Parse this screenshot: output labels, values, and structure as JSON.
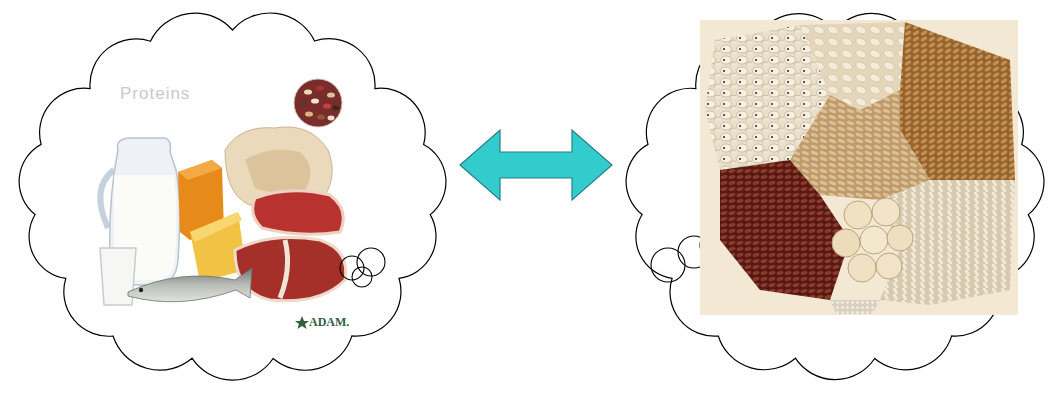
{
  "diagram": {
    "nodes": [
      {
        "text": [
          "Proteins"
        ]
      },
      {
        "text": []
      }
    ],
    "edges": [
      {
        "from": 0,
        "to": 1,
        "arrow": "both"
      }
    ],
    "labels": [
      "ADAM."
    ]
  }
}
